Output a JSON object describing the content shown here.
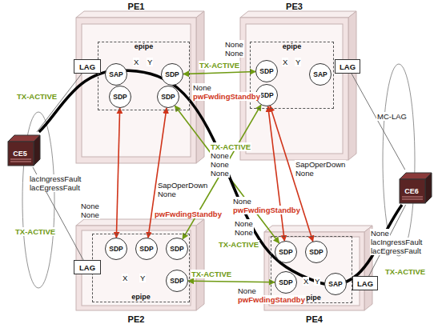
{
  "diagram": {
    "nodes": [
      {
        "text": [
          "PE1"
        ]
      },
      {
        "text": [
          "epipe"
        ],
        "in": 0
      },
      {
        "text": [
          "LAG"
        ],
        "in": 0
      },
      {
        "text": [
          "SAP"
        ],
        "in": 1
      },
      {
        "text": [
          "SDP"
        ],
        "in": 1
      },
      {
        "text": [
          "SDP"
        ],
        "in": 1
      },
      {
        "text": [
          "SDP"
        ],
        "in": 1
      },
      {
        "text": [
          "PE3"
        ]
      },
      {
        "text": [
          "epipe"
        ],
        "in": 7
      },
      {
        "text": [
          "LAG"
        ],
        "in": 7
      },
      {
        "text": [
          "SDP"
        ],
        "in": 8
      },
      {
        "text": [
          "SDP"
        ],
        "in": 8
      },
      {
        "text": [
          "SAP"
        ],
        "in": 8
      },
      {
        "text": [
          "CE5"
        ]
      },
      {
        "text": [
          "CE6"
        ]
      },
      {
        "text": [
          "PE2"
        ]
      },
      {
        "text": [
          "epipe"
        ],
        "in": 15
      },
      {
        "text": [
          "LAG"
        ],
        "in": 15
      },
      {
        "text": [
          "SDP"
        ],
        "in": 16
      },
      {
        "text": [
          "SDP"
        ],
        "in": 16
      },
      {
        "text": [
          "SDP"
        ],
        "in": 16
      },
      {
        "text": [
          "SDP"
        ],
        "in": 16
      },
      {
        "text": [
          "PE4"
        ]
      },
      {
        "text": [
          "epipe"
        ],
        "in": 22
      },
      {
        "text": [
          "LAG"
        ],
        "in": 22
      },
      {
        "text": [
          "SDP"
        ],
        "in": 23
      },
      {
        "text": [
          "SDP"
        ],
        "in": 23
      },
      {
        "text": [
          "SDP"
        ],
        "in": 23
      },
      {
        "text": [
          "SAP"
        ],
        "in": 23
      }
    ],
    "edges": [
      {
        "from": 4,
        "to": 10,
        "arrow": "both",
        "label": "TX-ACTIVE"
      },
      {
        "from": 5,
        "to": 18,
        "arrow": "both"
      },
      {
        "from": 6,
        "to": 19,
        "arrow": "both"
      },
      {
        "from": 6,
        "to": 25,
        "arrow": "both"
      },
      {
        "from": 11,
        "to": 20,
        "arrow": "both"
      },
      {
        "from": 11,
        "to": 25,
        "arrow": "both"
      },
      {
        "from": 11,
        "to": 26,
        "arrow": "both"
      },
      {
        "from": 21,
        "to": 27,
        "arrow": "both",
        "label": "TX-ACTIVE"
      },
      {
        "from": 13,
        "to": 2,
        "arrow": "none"
      },
      {
        "from": 13,
        "to": 17,
        "arrow": "none"
      },
      {
        "from": 14,
        "to": 9,
        "arrow": "none"
      },
      {
        "from": 14,
        "to": 24,
        "arrow": "none"
      },
      {
        "from": 13,
        "to": 14,
        "arrow": "none"
      }
    ],
    "labels": [
      "TX-ACTIVE",
      "None",
      "None",
      "None",
      "pwFwdingStandby",
      "MC-LAG",
      "lacIngressFault",
      "lacEgressFault",
      "None",
      "None",
      "TX-ACTIVE",
      "SapOperDown",
      "None",
      "TX-ACTIVE",
      "None",
      "None",
      "None",
      "pwFwdingStandby",
      "None",
      "pwFwdingStandby",
      "SapOperDown",
      "None",
      "None",
      "None",
      "TX-ACTIVE",
      "None",
      "lacIngressFault",
      "lacEgressFault",
      "TX-ACTIVE",
      "None",
      "pwFwdingStandby",
      "X",
      "Y",
      "X",
      "Y",
      "X",
      "Y",
      "X",
      "Y"
    ]
  }
}
